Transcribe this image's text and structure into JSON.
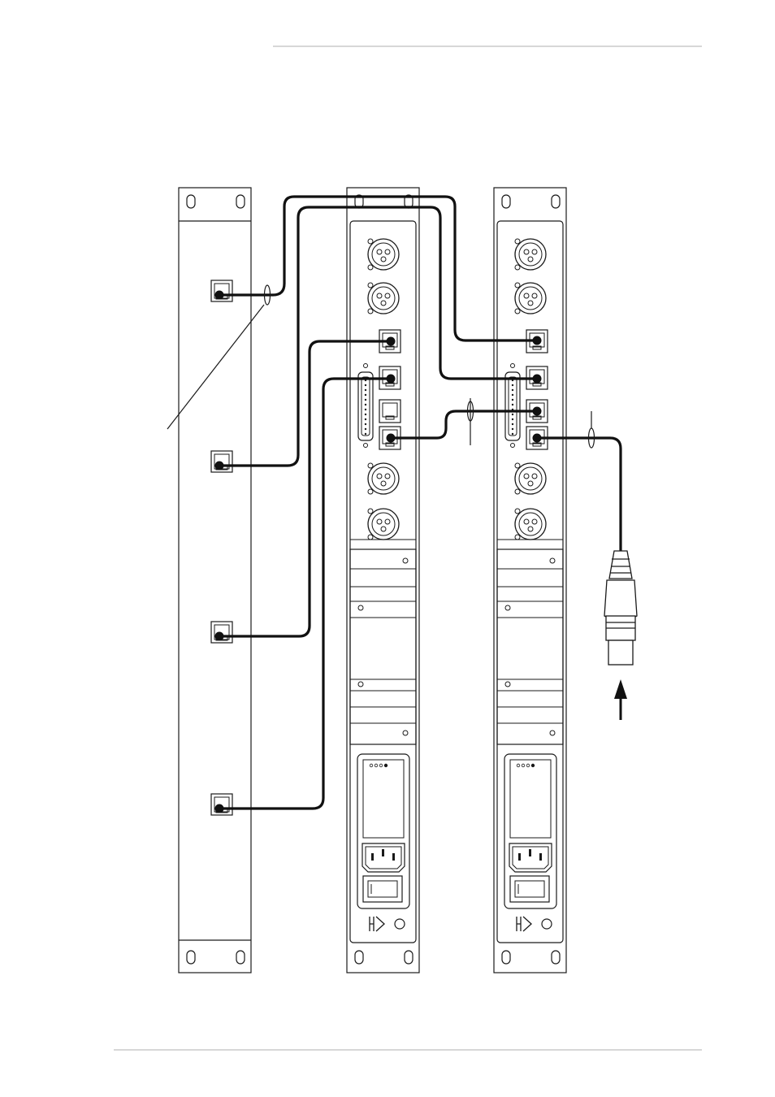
{
  "colors": {
    "line": "#1a1a1a",
    "rule": "#bfbfbf",
    "background": "#ffffff",
    "cable": "#111111"
  },
  "icons": {
    "panel_jack": "rj45-jack-icon",
    "xlr": "xlr-socket-icon",
    "dsub": "dsub-connector-icon",
    "iec_inlet": "power-inlet-icon",
    "switch": "power-switch-icon",
    "logo": "manufacturer-logo-icon",
    "plug": "xlr-plug-icon",
    "arrow": "arrow-up-icon"
  },
  "counts": {
    "patch_panel_jacks": 4,
    "xlr_per_unit": 4,
    "rj45_per_unit": 4,
    "led_dots": 4
  }
}
